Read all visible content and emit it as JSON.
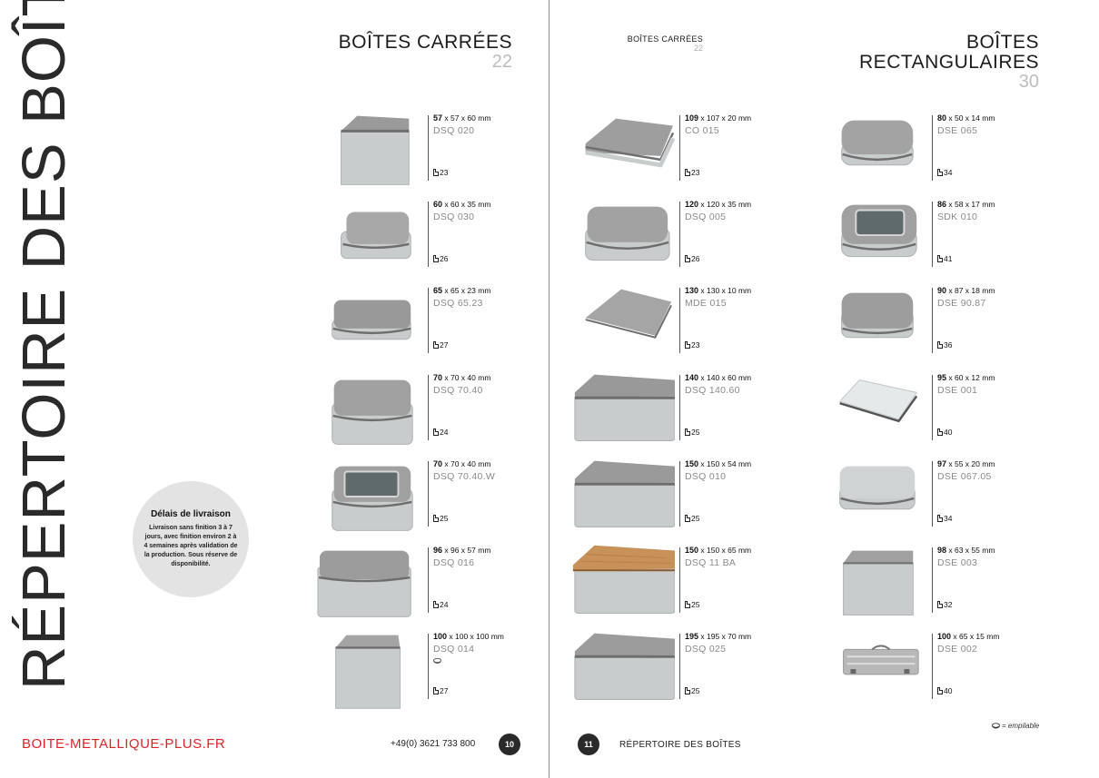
{
  "vertical_title": "RÉPERTOIRE DES BOÎTES",
  "left_section": {
    "title": "BOÎTES CARRÉES",
    "number": "22"
  },
  "right_small_section": {
    "title": "BOÎTES CARRÉES",
    "number": "22"
  },
  "right_section": {
    "title": "BOÎTES RECTANGULAIRES",
    "number": "30"
  },
  "delivery": {
    "title": "Délais de livraison",
    "text": "Livraison sans finition 3 à 7 jours, avec finition environ 2 à 4 semaines après validation de la production. Sous réserve de disponibilité."
  },
  "columns": [
    {
      "id": "col1",
      "items": [
        {
          "dim_bold": "57",
          "dim_rest": " x 57 x 60 mm",
          "code": "DSQ 020",
          "page": "23",
          "stackable": false,
          "shape": "tall-square",
          "lid": "#9a9a9a"
        },
        {
          "dim_bold": "60",
          "dim_rest": " x 60 x 35 mm",
          "code": "DSQ 030",
          "page": "26",
          "stackable": false,
          "shape": "rounded-small",
          "lid": "#a8a8a8"
        },
        {
          "dim_bold": "65",
          "dim_rest": " x 65 x 23 mm",
          "code": "DSQ 65.23",
          "page": "27",
          "stackable": false,
          "shape": "flat-square",
          "lid": "#999"
        },
        {
          "dim_bold": "70",
          "dim_rest": " x 70 x 40 mm",
          "code": "DSQ 70.40",
          "page": "24",
          "stackable": false,
          "shape": "rounded-medium",
          "lid": "#a0a0a0"
        },
        {
          "dim_bold": "70",
          "dim_rest": " x 70 x 40 mm",
          "code": "DSQ 70.40.W",
          "page": "25",
          "stackable": false,
          "shape": "window-square",
          "lid": "#a0a0a0"
        },
        {
          "dim_bold": "96",
          "dim_rest": " x 96 x 57 mm",
          "code": "DSQ 016",
          "page": "24",
          "stackable": false,
          "shape": "large-square",
          "lid": "#9c9c9c"
        },
        {
          "dim_bold": "100",
          "dim_rest": " x 100 x 100 mm",
          "code": "DSQ 014",
          "page": "27",
          "stackable": true,
          "shape": "cube",
          "lid": "#a4a4a4"
        }
      ]
    },
    {
      "id": "col2",
      "items": [
        {
          "dim_bold": "109",
          "dim_rest": " x 107 x 20 mm",
          "code": "CO 015",
          "page": "23",
          "stackable": false,
          "shape": "flat-wide",
          "lid": "#9e9e9e"
        },
        {
          "dim_bold": "120",
          "dim_rest": " x 120 x 35 mm",
          "code": "DSQ 005",
          "page": "26",
          "stackable": false,
          "shape": "rounded-wide",
          "lid": "#a2a2a2"
        },
        {
          "dim_bold": "130",
          "dim_rest": " x 130 x 10 mm",
          "code": "MDE 015",
          "page": "23",
          "stackable": false,
          "shape": "very-flat",
          "lid": "#a5a5a5"
        },
        {
          "dim_bold": "140",
          "dim_rest": " x 140 x 60 mm",
          "code": "DSQ 140.60",
          "page": "25",
          "stackable": false,
          "shape": "deep-wide",
          "lid": "#999"
        },
        {
          "dim_bold": "150",
          "dim_rest": " x 150 x 54 mm",
          "code": "DSQ 010",
          "page": "25",
          "stackable": false,
          "shape": "deep-wide",
          "lid": "#9a9a9a"
        },
        {
          "dim_bold": "150",
          "dim_rest": " x 150 x 65 mm",
          "code": "DSQ 11 BA",
          "page": "25",
          "stackable": false,
          "shape": "bamboo",
          "lid": "#c8915a"
        },
        {
          "dim_bold": "195",
          "dim_rest": " x 195 x 70 mm",
          "code": "DSQ 025",
          "page": "25",
          "stackable": false,
          "shape": "deep-wide",
          "lid": "#9c9c9c"
        }
      ]
    },
    {
      "id": "col3",
      "items": [
        {
          "dim_bold": "80",
          "dim_rest": " x 50 x 14 mm",
          "code": "DSE 065",
          "page": "34",
          "stackable": false,
          "shape": "rect-rounded",
          "lid": "#a3a3a3"
        },
        {
          "dim_bold": "86",
          "dim_rest": " x 58 x 17 mm",
          "code": "SDK 010",
          "page": "41",
          "stackable": false,
          "shape": "rect-window",
          "lid": "#a0a0a0"
        },
        {
          "dim_bold": "90",
          "dim_rest": " x 87 x 18 mm",
          "code": "DSE 90.87",
          "page": "36",
          "stackable": false,
          "shape": "rect-flat",
          "lid": "#9d9d9d"
        },
        {
          "dim_bold": "95",
          "dim_rest": " x 60 x 12 mm",
          "code": "DSE 001",
          "page": "40",
          "stackable": false,
          "shape": "rect-white",
          "lid": "#e6e9ea"
        },
        {
          "dim_bold": "97",
          "dim_rest": " x 55 x 20 mm",
          "code": "DSE 067.05",
          "page": "34",
          "stackable": false,
          "shape": "rect-light",
          "lid": "#cfd3d4"
        },
        {
          "dim_bold": "98",
          "dim_rest": " x 63 x 55 mm",
          "code": "DSE 003",
          "page": "32",
          "stackable": false,
          "shape": "rect-deep",
          "lid": "#a0a0a0"
        },
        {
          "dim_bold": "100",
          "dim_rest": " x 65 x 15 mm",
          "code": "DSE 002",
          "page": "40",
          "stackable": false,
          "shape": "suitcase",
          "lid": "#b8b8b8"
        }
      ]
    }
  ],
  "footer": {
    "site": "BOITE-METALLIQUE-PLUS.FR",
    "phone": "+49(0) 3621 733 800",
    "page_left": "10",
    "page_right": "11",
    "right_title": "RÉPERTOIRE DES BOÎTES",
    "legend": "= empilable"
  }
}
